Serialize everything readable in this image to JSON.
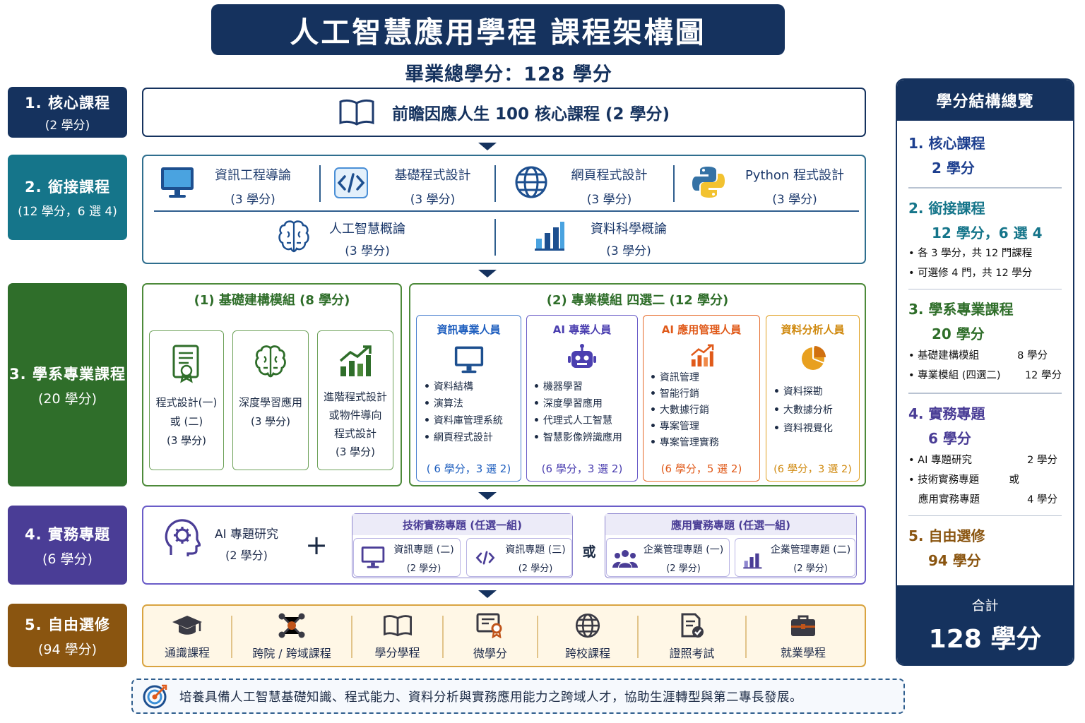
{
  "header": {
    "title": "人工智慧應用學程 課程架構圖",
    "total": "畢業總學分：128 學分"
  },
  "sections": [
    {
      "title": "1. 核心課程",
      "credits": "(2 學分)"
    },
    {
      "title": "2. 銜接課程",
      "credits": "(12 學分，6 選 4)"
    },
    {
      "title": "3. 學系專業課程",
      "credits": "(20 學分)"
    },
    {
      "title": "4. 實務專題",
      "credits": "(6 學分)"
    },
    {
      "title": "5. 自由選修",
      "credits": "(94 學分)"
    }
  ],
  "core": {
    "course": "前瞻因應人生 100 核心課程 (2 學分)"
  },
  "bridge": {
    "courses": [
      {
        "name": "資訊工程導論",
        "credits": "(3 學分)"
      },
      {
        "name": "基礎程式設計",
        "credits": "(3 學分)"
      },
      {
        "name": "網頁程式設計",
        "credits": "(3 學分)"
      },
      {
        "name": "Python 程式設計",
        "credits": "(3 學分)"
      },
      {
        "name": "人工智慧概論",
        "credits": "(3 學分)"
      },
      {
        "name": "資料科學概論",
        "credits": "(3 學分)"
      }
    ]
  },
  "dept": {
    "basic": {
      "title": "(1) 基礎建構模組 (8 學分)",
      "courses": [
        {
          "lines": [
            "程式設計(一)",
            "或 (二)",
            "(3 學分)"
          ]
        },
        {
          "lines": [
            "深度學習應用",
            "(3 學分)"
          ]
        },
        {
          "lines": [
            "進階程式設計",
            "或物件導向",
            "程式設計",
            "(3 學分)"
          ]
        }
      ]
    },
    "pro": {
      "title": "(2) 專業模組 四選二 (12 學分)",
      "tracks": [
        {
          "title": "資訊專業人員",
          "items": [
            "資料結構",
            "演算法",
            "資料庫管理系統",
            "網頁程式設計"
          ],
          "credits": "( 6 學分，3 選 2)",
          "color": "#1f5fbf"
        },
        {
          "title": "AI 專業人員",
          "items": [
            "機器學習",
            "深度學習應用",
            "代理式人工智慧",
            "智慧影像辨識應用"
          ],
          "credits": "(6 學分，3 選 2)",
          "color": "#4b3fb0"
        },
        {
          "title": "AI 應用管理人員",
          "items": [
            "資訊管理",
            "智能行銷",
            "大數據行銷",
            "專案管理",
            "專案管理實務"
          ],
          "credits": "(6 學分，5 選 2)",
          "color": "#e05a1a"
        },
        {
          "title": "資料分析人員",
          "items": [
            "資料探勘",
            "大數據分析",
            "資料視覺化"
          ],
          "credits": "(6 學分，3 選 2)",
          "color": "#d08a10"
        }
      ]
    }
  },
  "practice": {
    "ai": {
      "name": "AI 專題研究",
      "credits": "(2 學分)"
    },
    "plus": "+",
    "or": "或",
    "tech": {
      "title": "技術實務專題 (任選一組)",
      "items": [
        {
          "name": "資訊專題 (二)",
          "credits": "(2 學分)"
        },
        {
          "name": "資訊專題 (三)",
          "credits": "(2 學分)"
        }
      ]
    },
    "app": {
      "title": "應用實務專題 (任選一組)",
      "items": [
        {
          "name": "企業管理專題 (一)",
          "credits": "(2 學分)"
        },
        {
          "name": "企業管理專題 (二)",
          "credits": "(2 學分)"
        }
      ]
    }
  },
  "electives": {
    "items": [
      "通識課程",
      "跨院 / 跨域課程",
      "學分學程",
      "微學分",
      "跨校課程",
      "證照考試",
      "就業學程"
    ]
  },
  "footer": {
    "text": "培養具備人工智慧基礎知識、程式能力、資料分析與實務應用能力之跨域人才，協助生涯轉型與第二專長發展。"
  },
  "summary": {
    "title": "學分結構總覽",
    "core": {
      "title": "1. 核心課程",
      "value": "2 學分"
    },
    "bridge": {
      "title": "2. 銜接課程",
      "value": "12 學分，6 選 4",
      "bullets": [
        "各 3 學分，共 12 門課程",
        "可選修 4 門，共 12 學分"
      ]
    },
    "dept": {
      "title": "3. 學系專業課程",
      "value": "20 學分",
      "rows": [
        {
          "label": "基礎建構模組",
          "value": "8 學分"
        },
        {
          "label": "專業模組 (四選二)",
          "value": "12 學分"
        }
      ]
    },
    "practice": {
      "title": "4. 實務專題",
      "value": "6 學分",
      "rows": [
        {
          "label": "AI 專題研究",
          "value": "2 學分"
        },
        {
          "label": "技術實務專題",
          "value": "或"
        },
        {
          "label": "應用實務專題",
          "value": "4 學分"
        }
      ]
    },
    "free": {
      "title": "5. 自由選修",
      "value": "94 學分"
    },
    "total_label": "合計",
    "total_value": "128 學分"
  },
  "colors": {
    "navy": "#15325e",
    "teal": "#15758a",
    "green": "#2f6e2a",
    "purple": "#4a3d96",
    "brown": "#8a5510",
    "blue_icon": "#1d4f8f"
  }
}
